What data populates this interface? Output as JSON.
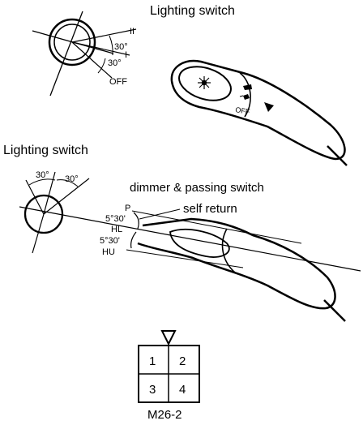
{
  "labels": {
    "lighting_switch_top": "Lighting switch",
    "lighting_switch_mid": "Lighting switch",
    "dimmer_passing_switch": "dimmer & passing switch",
    "self_return": "self return",
    "connector_name": "M26-2"
  },
  "top_switch": {
    "angle_upper": "30°",
    "angle_lower": "30°",
    "pos_2": "II",
    "pos_1": "I",
    "pos_off": "OFF",
    "stalk_off_marking": "OFF"
  },
  "mid_switch": {
    "angle_left": "30°",
    "angle_right": "30°",
    "pos_p": "P",
    "angle_p": "5°30'",
    "pos_hl": "HL",
    "angle_hu": "5°30'",
    "pos_hu": "HU"
  },
  "connector": {
    "pins": [
      "1",
      "2",
      "3",
      "4"
    ]
  }
}
